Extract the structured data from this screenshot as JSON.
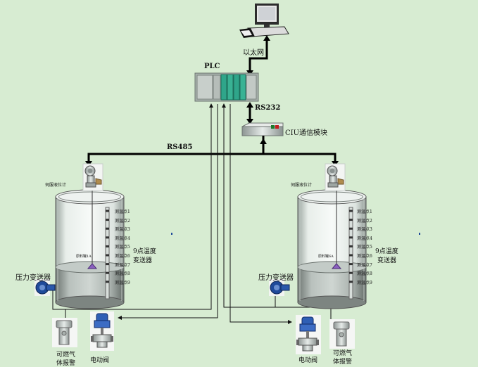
{
  "labels": {
    "ethernet": "以太网",
    "plc": "PLC",
    "rs232": "RS232",
    "ciu_module": "CIU通信模块",
    "rs485": "RS485",
    "servo_level_gauge": "伺服液位计",
    "temp_transmitter_line1": "9点温度",
    "temp_transmitter_line2": "变送器",
    "pressure_transmitter": "压力变送器",
    "gas_alarm_line1": "可燃气",
    "gas_alarm_line2": "体报警",
    "electric_valve": "电动阀"
  },
  "tanks": [
    {
      "name": "原料罐1A"
    },
    {
      "name": "原料罐6A"
    }
  ],
  "temp_points": [
    "测温点1",
    "测温点2",
    "测温点3",
    "测温点4",
    "测温点5",
    "测温点6",
    "测温点7",
    "测温点8",
    "测温点9"
  ]
}
